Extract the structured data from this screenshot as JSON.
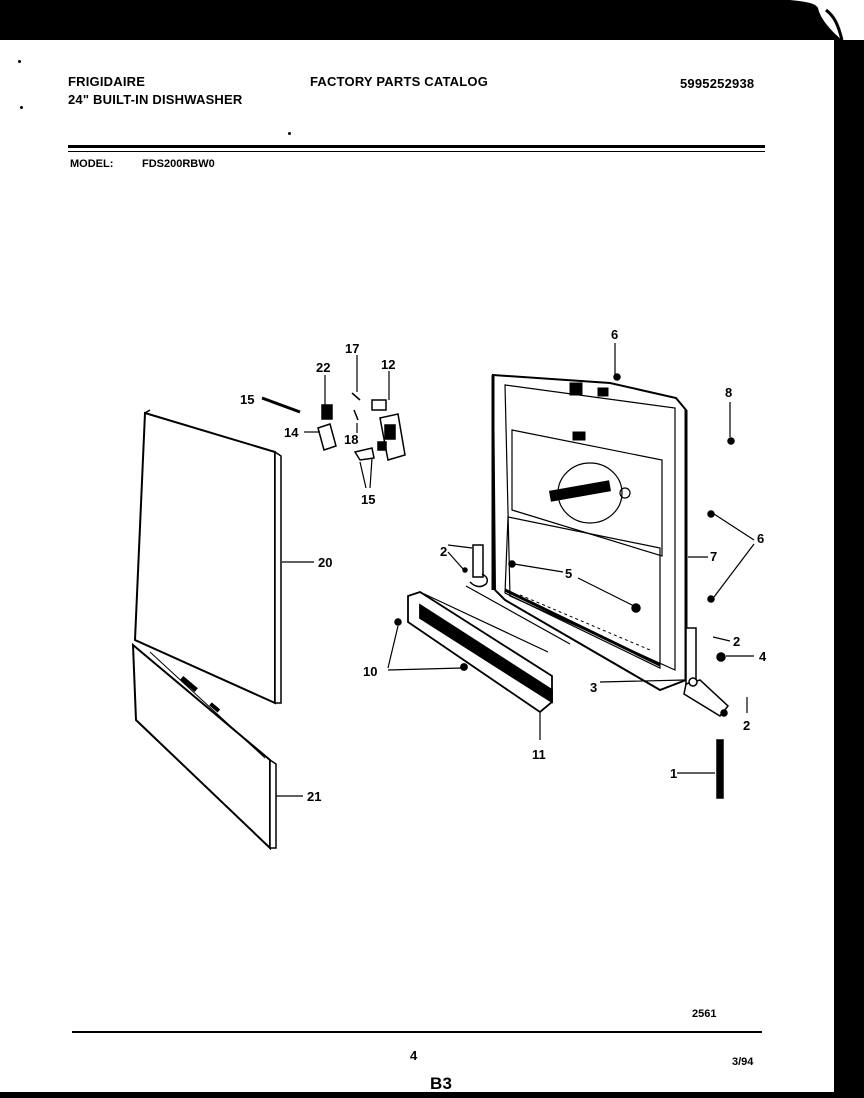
{
  "header": {
    "brand": "FRIGIDAIRE",
    "product": "24\" BUILT-IN DISHWASHER",
    "catalog_title": "FACTORY PARTS CATALOG",
    "catalog_number": "5995252938",
    "model_label": "MODEL:",
    "model_value": "FDS200RBW0"
  },
  "diagram": {
    "callouts": [
      "1",
      "2",
      "2",
      "2",
      "3",
      "4",
      "5",
      "6",
      "6",
      "7",
      "8",
      "10",
      "11",
      "12",
      "14",
      "15",
      "15",
      "17",
      "18",
      "20",
      "21",
      "22"
    ]
  },
  "footer": {
    "drawing_number": "2561",
    "page_number": "4",
    "date": "3/94",
    "section": "B3"
  }
}
